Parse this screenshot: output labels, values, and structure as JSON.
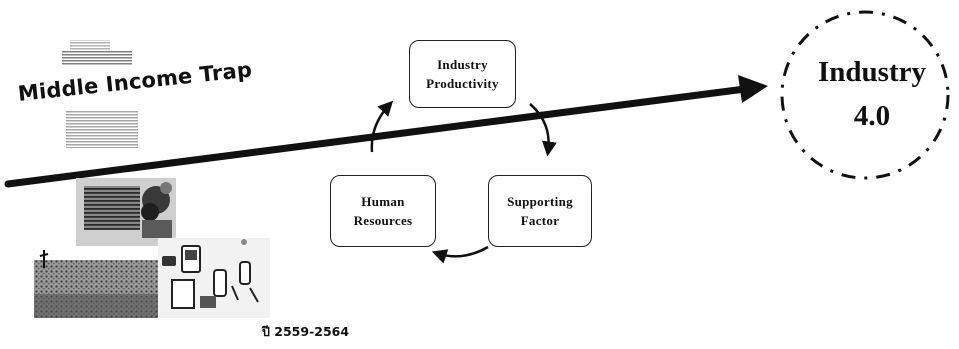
{
  "trap": {
    "label": "Middle Income Trap"
  },
  "cycle": {
    "productivity": [
      "Industry",
      "Productivity"
    ],
    "supporting": [
      "Supporting",
      "Factor"
    ],
    "human": [
      "Human",
      "Resources"
    ]
  },
  "goal": {
    "line1": "Industry",
    "line2": "4.0"
  },
  "period": {
    "label": "ปี 2559-2564"
  },
  "images": [
    {
      "name": "industry-photo",
      "description": "industrial machinery scene"
    },
    {
      "name": "agriculture-photo",
      "description": "crop field scene"
    },
    {
      "name": "devices-photo",
      "description": "smart devices illustration"
    }
  ]
}
